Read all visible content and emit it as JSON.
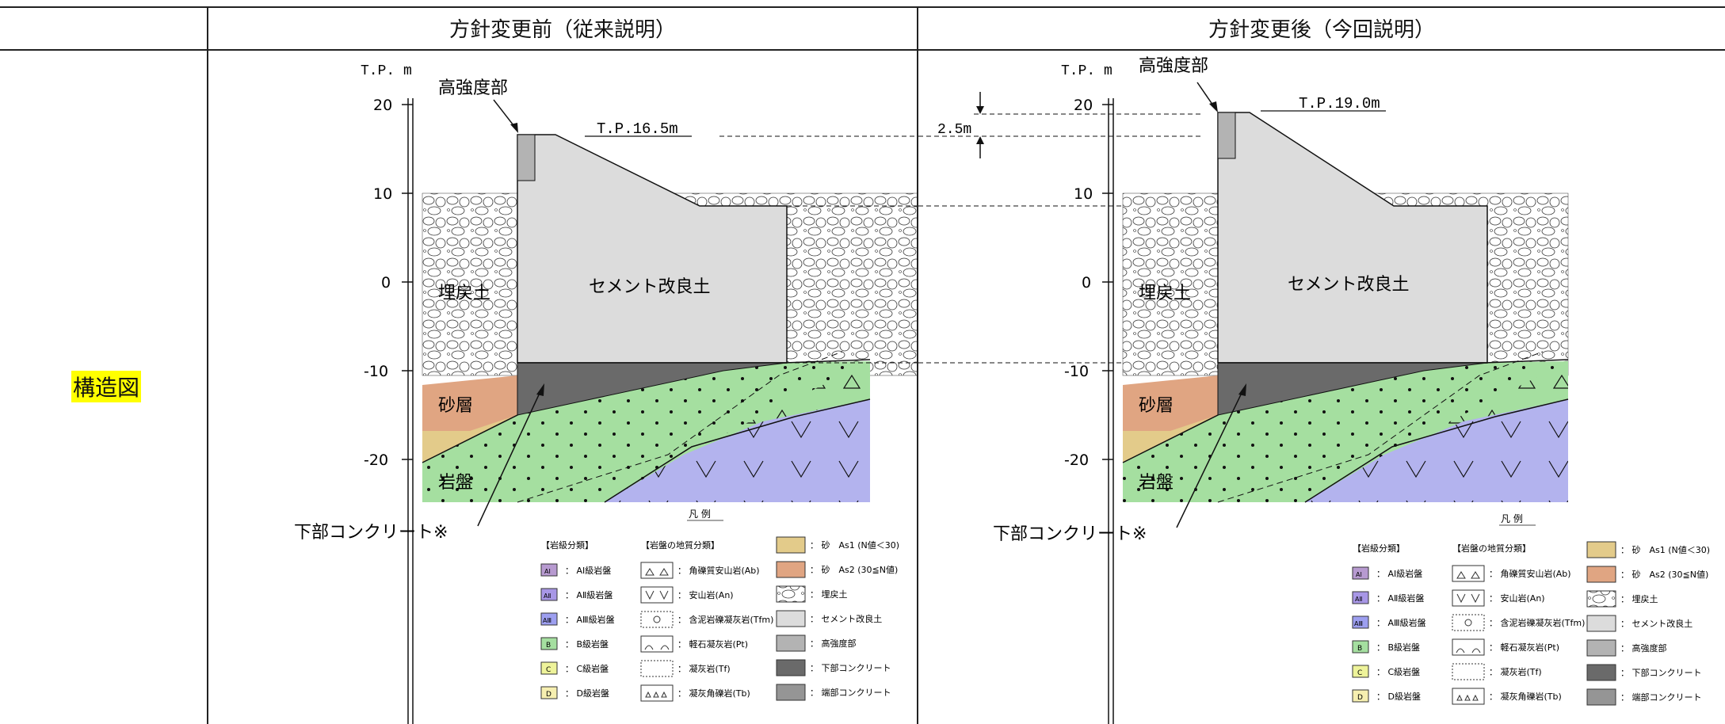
{
  "header": {
    "left_title": "方針変更前（従来説明）",
    "right_title": "方針変更後（今回説明）"
  },
  "row_label": "構造図",
  "axis": {
    "unit_label": "T.P. m",
    "ticks": [
      "20",
      "10",
      "0",
      "-10",
      "-20"
    ]
  },
  "left_panel": {
    "high_strength_label": "高強度部",
    "crest_label": "T.P.16.5m",
    "fill_label": "埋戻土",
    "cement_label": "セメント改良土",
    "sand_label": "砂層",
    "rock_label": "岩盤",
    "lower_concrete_label": "下部コンクリート※"
  },
  "right_panel": {
    "high_strength_label": "高強度部",
    "crest_label": "T.P.19.0m",
    "fill_label": "埋戻土",
    "cement_label": "セメント改良土",
    "sand_label": "砂層",
    "rock_label": "岩盤",
    "lower_concrete_label": "下部コンクリート※",
    "raise_label": "2.5m"
  },
  "legend": {
    "title": "凡 例",
    "col1_header": "【岩級分類】",
    "col2_header": "【岩盤の地質分類】",
    "col1": [
      {
        "code": "AⅠ",
        "text": "： AⅠ級岩盤",
        "color": "#b79ad0"
      },
      {
        "code": "AⅡ",
        "text": "： AⅡ級岩盤",
        "color": "#a897e6"
      },
      {
        "code": "AⅢ",
        "text": "： AⅢ級岩盤",
        "color": "#9d9ff0"
      },
      {
        "code": "B",
        "text": "： B級岩盤",
        "color": "#a5dfa0"
      },
      {
        "code": "C",
        "text": "： C級岩盤",
        "color": "#eef39a"
      },
      {
        "code": "D",
        "text": "： D級岩盤",
        "color": "#f6efb0"
      }
    ],
    "col2": [
      {
        "text": "： 角礫質安山岩(Ab)"
      },
      {
        "text": "： 安山岩(An)"
      },
      {
        "text": "： 含泥岩礫凝灰岩(Tfm)"
      },
      {
        "text": "： 軽石凝灰岩(Pt)"
      },
      {
        "text": "： 凝灰岩(Tf)"
      },
      {
        "text": "： 凝灰角礫岩(Tb)"
      }
    ],
    "col3": [
      {
        "text": "： 砂　As1 (N値＜30)",
        "color": "#e3cb8a"
      },
      {
        "text": "： 砂　As2 (30≦N値)",
        "color": "#e0a582"
      },
      {
        "text": "： 埋戻土",
        "color": "#ffffff"
      },
      {
        "text": "： セメント改良土",
        "color": "#dcdcdc"
      },
      {
        "text": "： 高強度部",
        "color": "#b3b3b3"
      },
      {
        "text": "： 下部コンクリート",
        "color": "#6a6a6a"
      },
      {
        "text": "： 端部コンクリート",
        "color": "#959595"
      }
    ]
  },
  "colors": {
    "cement": "#dcdcdc",
    "high_strength": "#b3b3b3",
    "lower_concrete": "#6a6a6a",
    "sand_as1": "#e3cb8a",
    "sand_as2": "#e0a582",
    "rock_b": "#a5dfa0",
    "rock_aiii": "#b3b3ee"
  }
}
